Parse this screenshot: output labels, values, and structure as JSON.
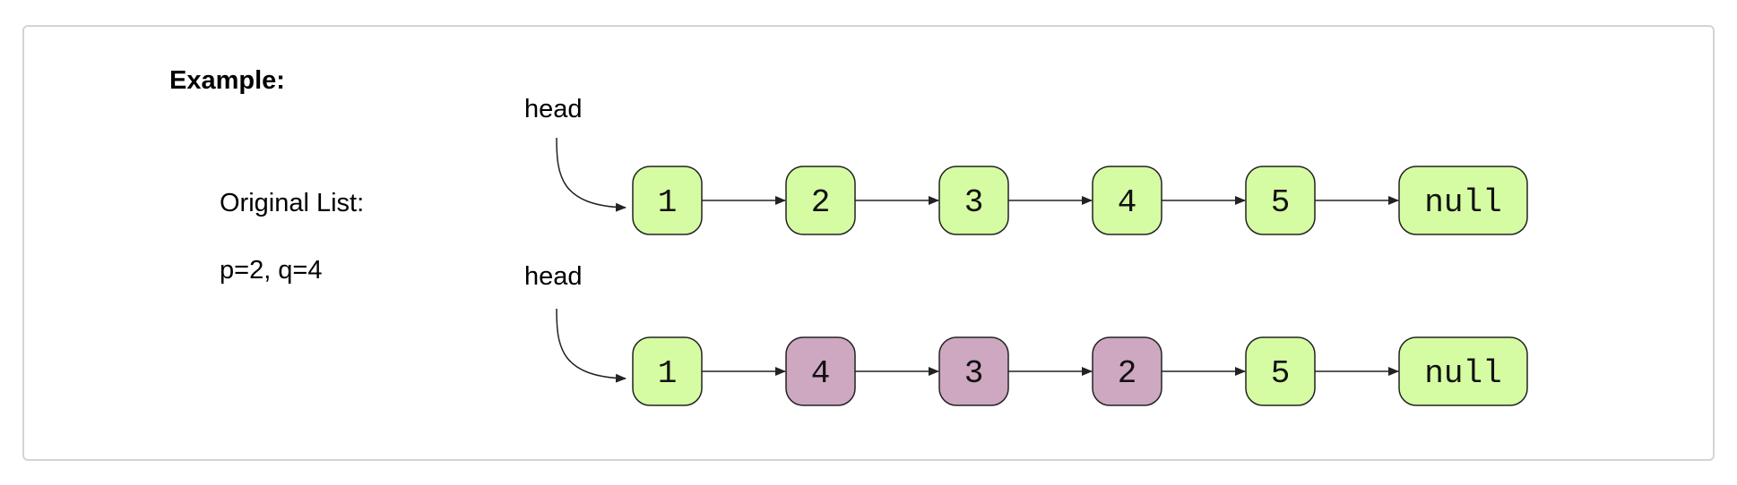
{
  "example_label": "Example:",
  "original_list_label": "Original List:",
  "params_label": "p=2, q=4",
  "head_label": "head",
  "colors": {
    "normal_node": "#d5fca3",
    "reversed_node": "#cda8c0",
    "border": "#222222"
  },
  "lists": [
    {
      "id": "original",
      "nodes": [
        {
          "value": "1",
          "state": "normal"
        },
        {
          "value": "2",
          "state": "normal"
        },
        {
          "value": "3",
          "state": "normal"
        },
        {
          "value": "4",
          "state": "normal"
        },
        {
          "value": "5",
          "state": "normal"
        },
        {
          "value": "null",
          "state": "normal"
        }
      ]
    },
    {
      "id": "result",
      "nodes": [
        {
          "value": "1",
          "state": "normal"
        },
        {
          "value": "4",
          "state": "reversed"
        },
        {
          "value": "3",
          "state": "reversed"
        },
        {
          "value": "2",
          "state": "reversed"
        },
        {
          "value": "5",
          "state": "normal"
        },
        {
          "value": "null",
          "state": "normal"
        }
      ]
    }
  ]
}
